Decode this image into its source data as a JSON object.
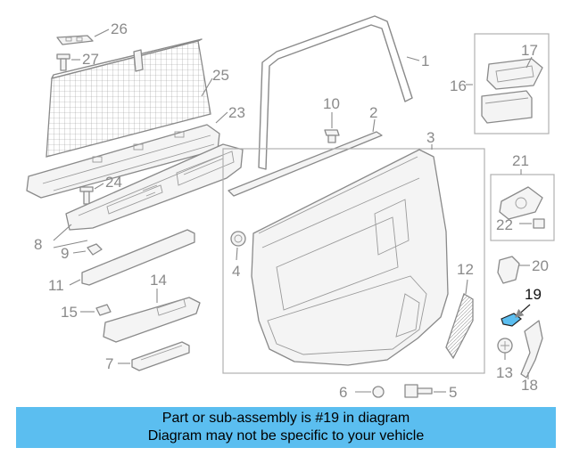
{
  "diagram": {
    "labels": [
      {
        "id": "1",
        "text": "1"
      },
      {
        "id": "2",
        "text": "2"
      },
      {
        "id": "3",
        "text": "3"
      },
      {
        "id": "4",
        "text": "4"
      },
      {
        "id": "5",
        "text": "5"
      },
      {
        "id": "6",
        "text": "6"
      },
      {
        "id": "7",
        "text": "7"
      },
      {
        "id": "8",
        "text": "8"
      },
      {
        "id": "9",
        "text": "9"
      },
      {
        "id": "10",
        "text": "10"
      },
      {
        "id": "11",
        "text": "11"
      },
      {
        "id": "12",
        "text": "12"
      },
      {
        "id": "13",
        "text": "13"
      },
      {
        "id": "14",
        "text": "14"
      },
      {
        "id": "15",
        "text": "15"
      },
      {
        "id": "16",
        "text": "16"
      },
      {
        "id": "17",
        "text": "17"
      },
      {
        "id": "18",
        "text": "18"
      },
      {
        "id": "19",
        "text": "19"
      },
      {
        "id": "20",
        "text": "20"
      },
      {
        "id": "21",
        "text": "21"
      },
      {
        "id": "22",
        "text": "22"
      },
      {
        "id": "23",
        "text": "23"
      },
      {
        "id": "24",
        "text": "24"
      },
      {
        "id": "25",
        "text": "25"
      },
      {
        "id": "26",
        "text": "26"
      },
      {
        "id": "27",
        "text": "27"
      }
    ],
    "highlighted_part": "19",
    "highlight_color": "#5bbef0"
  },
  "banner": {
    "line1": "Part or sub-assembly is #19 in diagram",
    "line2": "Diagram may not be specific to your vehicle",
    "background": "#5bbef0"
  }
}
